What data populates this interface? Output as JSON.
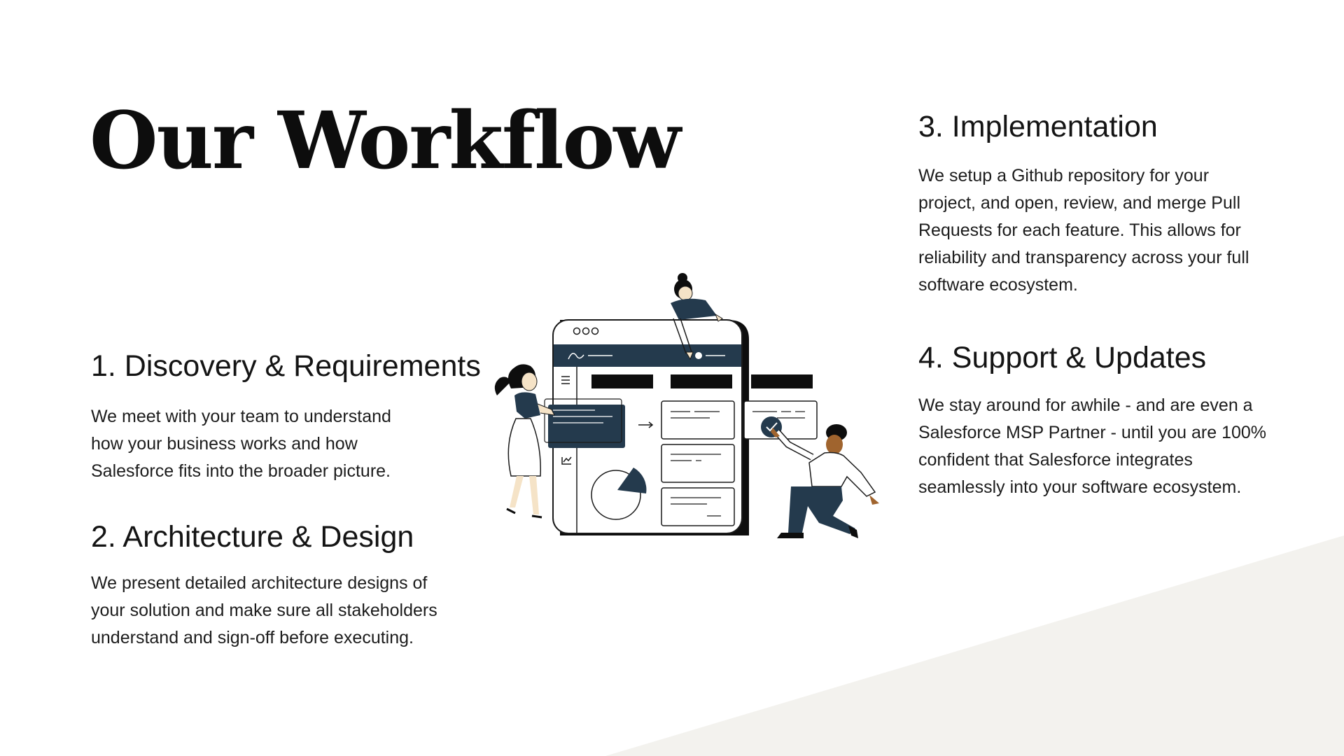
{
  "slide": {
    "title": "Our Workflow",
    "colors": {
      "text": "#141414",
      "accent_navy": "#243a4d",
      "wedge": "#f3f2ee",
      "skin_light": "#f5e3c7",
      "skin_dark": "#a0642e"
    }
  },
  "steps": [
    {
      "heading": "1. Discovery & Requirements",
      "body": "We meet with your team to understand how your business works and how Salesforce fits into the broader picture."
    },
    {
      "heading": "2. Architecture & Design",
      "body": "We present detailed architecture designs of your solution and make sure all stakeholders understand and sign-off before executing."
    },
    {
      "heading": "3. Implementation",
      "body": "We setup a Github repository for your project, and open, review, and merge Pull Requests for each feature. This allows for reliability and transparency across your full software ecosystem."
    },
    {
      "heading": "4. Support & Updates",
      "body": "We stay around for awhile - and are even a Salesforce MSP Partner - until you are 100% confident that Salesforce integrates seamlessly into your software ecosystem."
    }
  ],
  "illustration": {
    "icons": [
      "team-dashboard-illustration",
      "menu-icon",
      "chart-icon",
      "arrow-right-icon",
      "checkmark-icon",
      "pie-chart-icon",
      "signature-icon"
    ]
  }
}
